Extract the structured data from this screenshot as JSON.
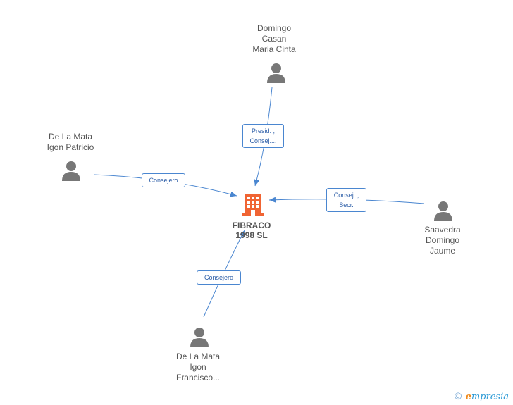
{
  "colors": {
    "edge": "#4a86d0",
    "person": "#777777",
    "company": "#f06433",
    "label_border": "#4a86d0"
  },
  "company": {
    "name_lines": [
      "FIBRACO",
      "1998 SL"
    ],
    "icon": "building-icon"
  },
  "persons": [
    {
      "id": "domingo",
      "lines": [
        "Domingo",
        "Casan",
        "Maria Cinta"
      ],
      "icon": "person-icon"
    },
    {
      "id": "delamata-patricio",
      "lines": [
        "De La Mata",
        "Igon Patricio"
      ],
      "icon": "person-icon"
    },
    {
      "id": "saavedra",
      "lines": [
        "Saavedra",
        "Domingo",
        "Jaume"
      ],
      "icon": "person-icon"
    },
    {
      "id": "delamata-francisco",
      "lines": [
        "De La Mata",
        "Igon",
        "Francisco..."
      ],
      "icon": "person-icon"
    }
  ],
  "edges": [
    {
      "from": "domingo",
      "label_lines": [
        "Presid. ,",
        "Consej...."
      ]
    },
    {
      "from": "delamata-patricio",
      "label_lines": [
        "Consejero"
      ]
    },
    {
      "from": "saavedra",
      "label_lines": [
        "Consej. ,",
        "Secr."
      ]
    },
    {
      "from": "delamata-francisco",
      "label_lines": [
        "Consejero"
      ]
    }
  ],
  "footer": {
    "copyright": "©",
    "brand_initial": "e",
    "brand_rest": "mpresia"
  }
}
